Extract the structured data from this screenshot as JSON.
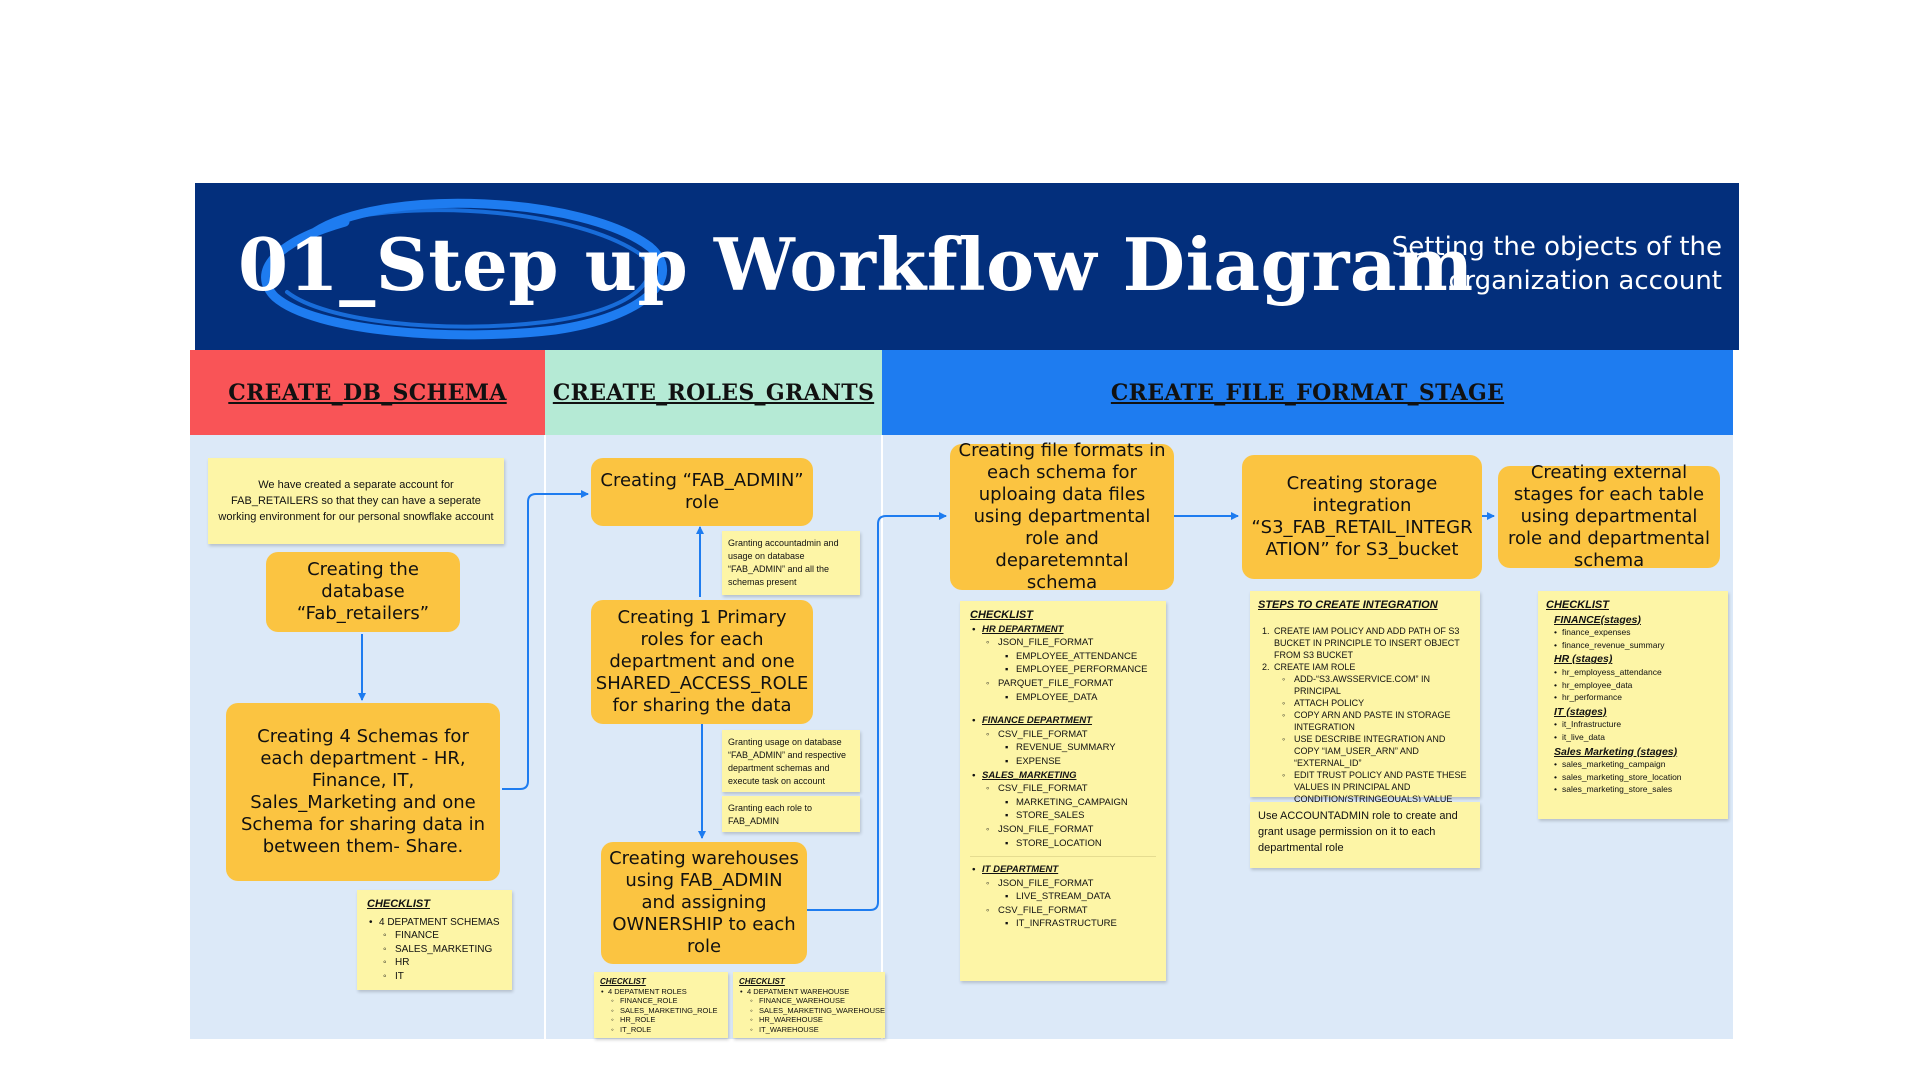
{
  "header": {
    "title": "01_Step up Workflow Diagram",
    "subtitle": "Setting the objects of the organization account",
    "colors": {
      "background": "#032f7c",
      "swoosh": "#1e7cf0"
    }
  },
  "sections": [
    {
      "title": "CREATE_DB_SCHEMA",
      "color": "#f95457"
    },
    {
      "title": "CREATE_ROLES_GRANTS",
      "color": "#b5ead5"
    },
    {
      "title": "CREATE_FILE_FORMAT_STAGE",
      "color": "#1e7cf0"
    }
  ],
  "db_schema": {
    "intro_note": "We have created a separate account for FAB_RETAILERS so that they can have a seperate working environment for our personal snowflake account",
    "box_database": "Creating the database “Fab_retailers”",
    "box_schemas": "Creating 4 Schemas for each department - HR, Finance, IT, Sales_Marketing and one Schema for sharing data in between them- Share.",
    "checklist": {
      "title": "CHECKLIST",
      "item": "4 DEPATMENT SCHEMAS",
      "subitems": [
        "FINANCE",
        "SALES_MARKETING",
        "HR",
        "IT"
      ]
    }
  },
  "roles_grants": {
    "box_admin": "Creating “FAB_ADMIN” role",
    "note_admin": "Granting accountadmin and usage on database “FAB_ADMIN” and all the schemas present",
    "box_roles": "Creating 1 Primary roles for each department and one SHARED_ACCESS_ROLE for sharing the data",
    "note_usage": "Granting usage on database “FAB_ADMIN” and respective department schemas and execute task on account",
    "note_grant": "Granting each role to FAB_ADMIN",
    "box_warehouses": "Creating warehouses using FAB_ADMIN and assigning OWNERSHIP to each role",
    "checklist_roles": {
      "title": "CHECKLIST",
      "item": "4 DEPATMENT ROLES",
      "subitems": [
        "FINANCE_ROLE",
        "SALES_MARKETING_ROLE",
        "HR_ROLE",
        "IT_ROLE"
      ]
    },
    "checklist_wh": {
      "title": "CHECKLIST",
      "item": "4 DEPATMENT WAREHOUSE",
      "subitems": [
        "FINANCE_WAREHOUSE",
        "SALES_MARKETING_WAREHOUSE",
        "HR_WAREHOUSE",
        "IT_WAREHOUSE"
      ]
    }
  },
  "file_format_stage": {
    "box_formats": "Creating file formats in each schema for uploaing data files using departmental role and deparetemntal schema",
    "box_integration": "Creating storage integration “S3_FAB_RETAIL_INTEGR ATION” for S3_bucket",
    "box_stages": "Creating external stages for each table using departmental role and departmental schema",
    "formats_checklist": {
      "title": "CHECKLIST",
      "hr": {
        "label": "HR DEPARTMENT",
        "f1": "JSON_FILE_FORMAT",
        "f1_items": [
          "EMPLOYEE_ATTENDANCE",
          "EMPLOYEE_PERFORMANCE"
        ],
        "f2": "PARQUET_FILE_FORMAT",
        "f2_items": [
          "EMPLOYEE_DATA"
        ]
      },
      "finance": {
        "label": "FINANCE DEPARTMENT",
        "f1": "CSV_FILE_FORMAT",
        "f1_items": [
          "REVENUE_SUMMARY",
          "EXPENSE"
        ]
      },
      "sales": {
        "label": "SALES_MARKETING",
        "f1": "CSV_FILE_FORMAT",
        "f1_items": [
          "MARKETING_CAMPAIGN",
          "STORE_SALES"
        ],
        "f2": "JSON_FILE_FORMAT",
        "f2_items": [
          "STORE_LOCATION"
        ]
      },
      "it": {
        "label": "IT DEPARTMENT",
        "f1": "JSON_FILE_FORMAT",
        "f1_items": [
          "LIVE_STREAM_DATA"
        ],
        "f2": "CSV_FILE_FORMAT",
        "f2_items": [
          "IT_INFRASTRUCTURE"
        ]
      }
    },
    "integration_steps": {
      "title": "STEPS TO CREATE INTEGRATION",
      "step1_num": "1.",
      "step1": "CREATE IAM POLICY AND ADD PATH OF S3 BUCKET IN PRINCIPLE TO INSERT OBJECT FROM S3 BUCKET",
      "step2_num": "2.",
      "step2": "CREATE IAM ROLE",
      "step2_items": [
        "ADD-“S3.AWSSERVICE.COM” IN PRINCIPAL",
        "ATTACH POLICY",
        "COPY ARN AND PASTE IN STORAGE INTEGRATION",
        "USE DESCRIBE INTEGRATION AND COPY “IAM_USER_ARN” AND “EXTERNAL_ID”",
        "EDIT TRUST POLICY AND PASTE THESE VALUES IN PRINCIPAL AND CONDITION(STRINGEQUALS) VALUE"
      ]
    },
    "accountadmin_note": "Use ACCOUNTADMIN role to create and grant usage permission on it to each departmental role",
    "stages_checklist": {
      "title": "CHECKLIST",
      "finance": {
        "label": "FINANCE(stages)",
        "items": [
          "finance_expenses",
          "finance_revenue_summary"
        ]
      },
      "hr": {
        "label": "HR (stages)",
        "items": [
          "hr_employess_attendance",
          "hr_employee_data",
          "hr_performance"
        ]
      },
      "it": {
        "label": "IT (stages)",
        "items": [
          "it_Infrastructure",
          "it_live_data"
        ]
      },
      "sales": {
        "label": "Sales Marketing (stages)",
        "items": [
          "sales_marketing_campaign",
          "sales_marketing_store_location",
          "sales_marketing_store_sales"
        ]
      }
    }
  },
  "colors": {
    "panel": "#dce9f8",
    "box": "#fbc441",
    "sticky": "#fdf5a6",
    "arrow": "#1e7cf0"
  }
}
